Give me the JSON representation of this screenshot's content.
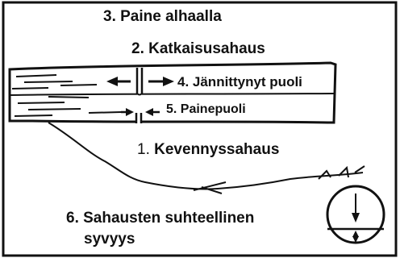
{
  "diagram": {
    "title": "Katkaisusahaus",
    "labels": {
      "l1_num": "1.",
      "l1": "Kevennyssahaus",
      "l2_num": "2.",
      "l2": "Katkaisusahaus",
      "l3": "3. Paine alhaalla",
      "l4": "4. Jännittynyt puoli",
      "l5": "5. Painepuoli",
      "l6_line1": "6. Sahausten suhteellinen",
      "l6_line2": "syvyys"
    },
    "icons": [
      "arrow-left-icon",
      "arrow-right-icon",
      "depth-gauge-icon"
    ],
    "colors": {
      "ink": "#111111",
      "background": "#ffffff"
    }
  }
}
